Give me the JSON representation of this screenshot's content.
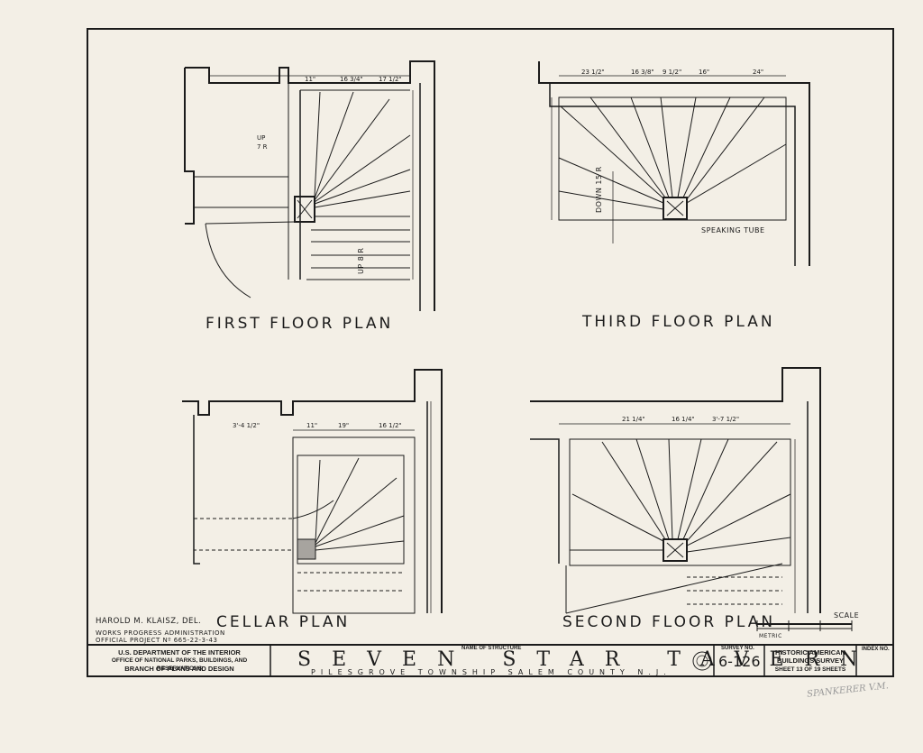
{
  "plans": {
    "first_floor": "FIRST FLOOR PLAN",
    "third_floor": "THIRD FLOOR PLAN",
    "cellar": "CELLAR PLAN",
    "second_floor": "SECOND FLOOR PLAN"
  },
  "labels": {
    "speaking_tube": "SPEAKING TUBE",
    "down_label": "DOWN 15 R",
    "up_label": "UP 8 R",
    "scale": "SCALE",
    "metric": "METRIC"
  },
  "credits": {
    "delineator": "HAROLD M. KLAISZ, DEL.",
    "wpa": "WORKS PROGRESS ADMINISTRATION",
    "project": "OFFICIAL PROJECT Nº 665-22-3-43"
  },
  "title_block": {
    "department": "U.S. DEPARTMENT OF THE INTERIOR",
    "office": "OFFICE OF NATIONAL PARKS, BUILDINGS, AND RESERVATIONS",
    "branch": "BRANCH OF PLANS AND DESIGN",
    "name_label": "NAME OF STRUCTURE",
    "structure_name": "SEVEN STAR TAVERN",
    "location": "PILESGROVE TOWNSHIP SALEM COUNTY N.J.",
    "survey_label": "SURVEY NO.",
    "survey_number": "6-126",
    "habs_line1": "HISTORIC AMERICAN",
    "habs_line2": "BUILDINGS SURVEY",
    "sheet_info": "SHEET 13 OF 19 SHEETS",
    "index_label": "INDEX NO."
  },
  "pencil_note": "SPANKERER V.M."
}
